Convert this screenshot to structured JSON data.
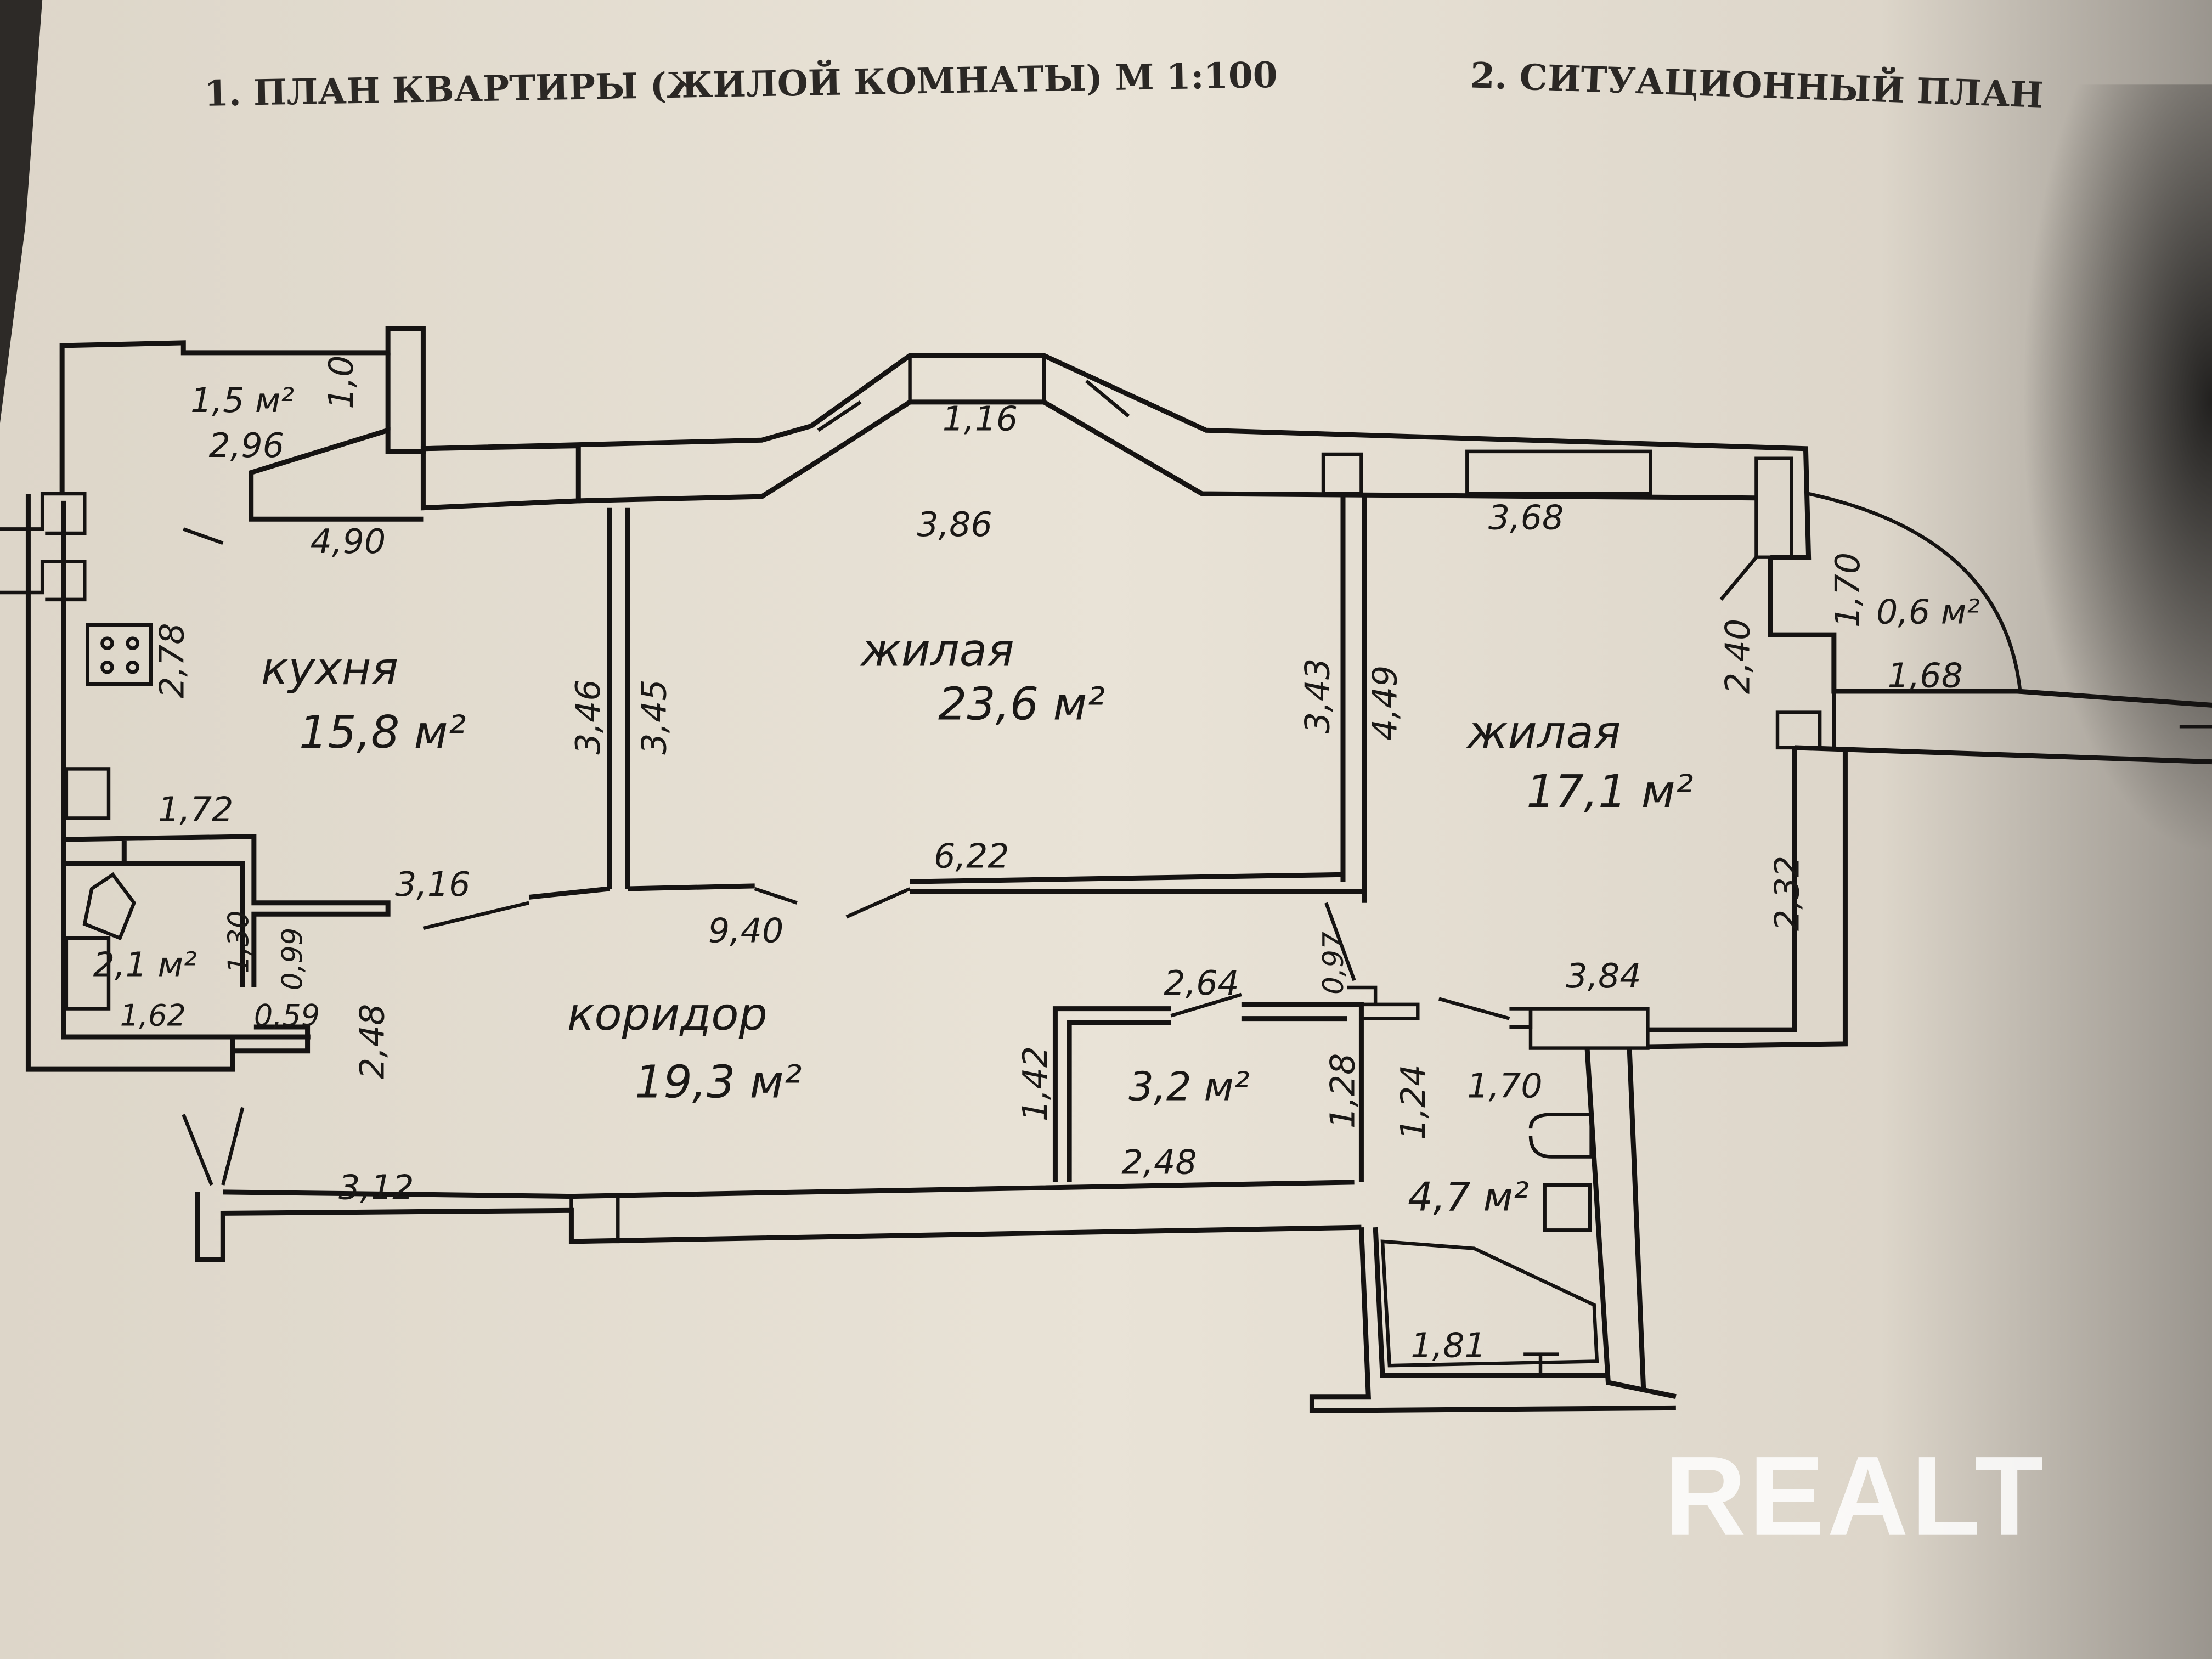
{
  "titles": {
    "plan": "1. ПЛАН КВАРТИРЫ (ЖИЛОЙ КОМНАТЫ) М 1:100",
    "situation": "2. СИТУАЦИОННЫЙ ПЛАН"
  },
  "rooms": {
    "kitchen": {
      "name": "кухня",
      "area": "15,8 м²"
    },
    "living_center": {
      "name": "жилая",
      "area": "23,6 м²"
    },
    "living_right": {
      "name": "жилая",
      "area": "17,1 м²"
    },
    "corridor": {
      "name": "коридор",
      "area": "19,3 м²"
    },
    "balcony_left": {
      "area": "1,5 м²"
    },
    "balcony_right": {
      "area": "0,6 м²"
    },
    "wc": {
      "area": "2,1 м²"
    },
    "storage": {
      "area": "3,2 м²"
    },
    "bathroom": {
      "area": "4,7 м²"
    }
  },
  "dimensions": {
    "d_2_96": "2,96",
    "d_1_0": "1,0",
    "d_4_90": "4,90",
    "d_2_78": "2,78",
    "d_3_46": "3,46",
    "d_3_45": "3,45",
    "d_1_16": "1,16",
    "d_3_86": "3,86",
    "d_3_43": "3,43",
    "d_4_49": "4,49",
    "d_3_68": "3,68",
    "d_2_40": "2,40",
    "d_1_70_bal": "1,70",
    "d_1_68": "1,68",
    "d_2_32": "2,32",
    "d_6_22": "6,22",
    "d_1_72": "1,72",
    "d_3_16": "3,16",
    "d_9_40": "9,40",
    "d_1_30": "1,30",
    "d_0_99": "0,99",
    "d_1_62": "1,62",
    "d_0_59": "0,59",
    "d_2_48_v": "2,48",
    "d_0_97": "0,97",
    "d_2_64": "2,64",
    "d_3_84": "3,84",
    "d_1_42": "1,42",
    "d_1_28": "1,28",
    "d_1_24": "1,24",
    "d_1_70": "1,70",
    "d_2_48": "2,48",
    "d_3_12": "3,12",
    "d_1_81": "1,81"
  },
  "watermark": "REALT"
}
